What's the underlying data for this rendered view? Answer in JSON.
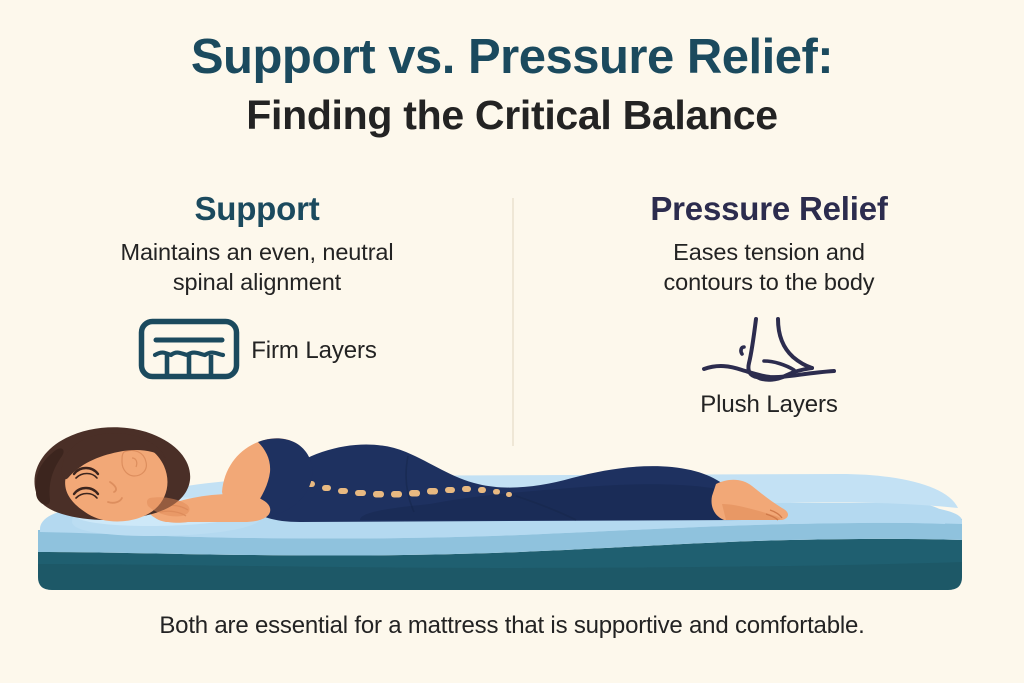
{
  "background_color": "#FDF8EC",
  "title": {
    "main": "Support vs. Pressure Relief:",
    "main_color": "#1B4A5E",
    "sub": "Finding the Critical Balance",
    "sub_color": "#232323"
  },
  "columns": [
    {
      "heading": "Support",
      "heading_color": "#1B4A5E",
      "description": "Maintains an even, neutral spinal alignment",
      "description_line1": "Maintains an even, neutral",
      "description_line2": "spinal alignment",
      "feature_label": "Firm Layers",
      "icon": "firm-layers-icon",
      "icon_color": "#1B4A5E"
    },
    {
      "heading": "Pressure Relief",
      "heading_color": "#2C2C4E",
      "description": "Eases tension and contours to the body",
      "description_line1": "Eases tension and",
      "description_line2": "contours to the body",
      "feature_label": "Plush Layers",
      "icon": "plush-layers-icon",
      "icon_color": "#2C2C4E"
    }
  ],
  "illustration": {
    "name": "side-sleeper-on-mattress",
    "subject": "woman sleeping on her side",
    "colors": {
      "hair": "#4A2F27",
      "skin": "#F2A877",
      "skin_shadow": "#E08A58",
      "clothing": "#1E3160",
      "clothing_shadow": "#182850",
      "spine_dots": "#E8B981",
      "pillow": "#BBDDF2",
      "pillow_shadow": "#A5CDE8",
      "mattress_top": "#B4D9F0",
      "mattress_comfort": "#8FC2DD",
      "mattress_base": "#1F5F70",
      "mattress_base_shadow": "#1A4F5E"
    },
    "spine_dot_count": 13
  },
  "footer": {
    "text": "Both are essential for a mattress that is supportive and comfortable.",
    "color": "#232323"
  },
  "divider": {
    "color": "#EFE7D6"
  }
}
